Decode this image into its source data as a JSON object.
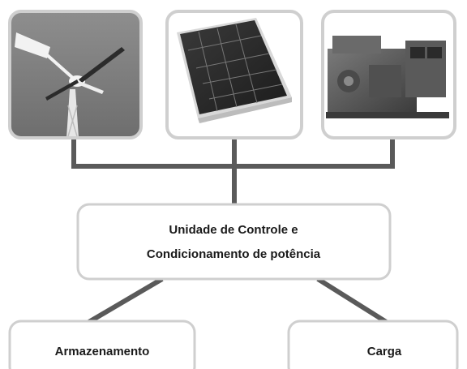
{
  "sources": [
    {
      "name": "wind-turbine",
      "icon": "wind-turbine-icon"
    },
    {
      "name": "solar-panel",
      "icon": "solar-panel-icon"
    },
    {
      "name": "diesel-generator",
      "icon": "generator-icon"
    }
  ],
  "control_unit": {
    "line1": "Unidade de Controle e",
    "line2": "Condicionamento de potência"
  },
  "storage": {
    "label": "Armazenamento"
  },
  "load": {
    "label": "Carga"
  },
  "colors": {
    "connector": "#5a5a5a",
    "box_border": "#cfcfcf",
    "box_fill": "#ffffff",
    "sky": "#8c8c8c"
  }
}
